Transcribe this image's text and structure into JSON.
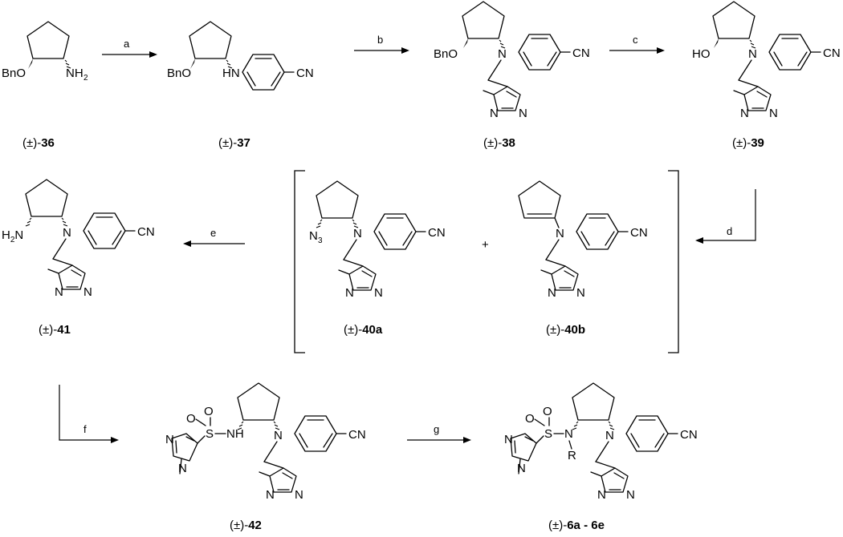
{
  "reaction_labels": [
    "a",
    "b",
    "c",
    "d",
    "e",
    "f",
    "g"
  ],
  "compounds": {
    "c36": {
      "prefix": "(±)-",
      "num": "36"
    },
    "c37": {
      "prefix": "(±)-",
      "num": "37"
    },
    "c38": {
      "prefix": "(±)-",
      "num": "38"
    },
    "c39": {
      "prefix": "(±)-",
      "num": "39"
    },
    "c40a": {
      "prefix": "(±)-",
      "num": "40a"
    },
    "c40b": {
      "prefix": "(±)-",
      "num": "40b"
    },
    "c41": {
      "prefix": "(±)-",
      "num": "41"
    },
    "c42": {
      "prefix": "(±)-",
      "num": "42"
    },
    "c6": {
      "prefix": "(±)-",
      "num": "6a - 6e"
    }
  },
  "atoms": {
    "bno": "BnO",
    "nh2": "NH",
    "two": "2",
    "hn": "HN",
    "n": "N",
    "cn": "CN",
    "ho": "HO",
    "n3": "N",
    "three": "3",
    "h2n": "H",
    "o": "O",
    "s": "S",
    "nh": "NH",
    "r": "R"
  },
  "plus": "+"
}
